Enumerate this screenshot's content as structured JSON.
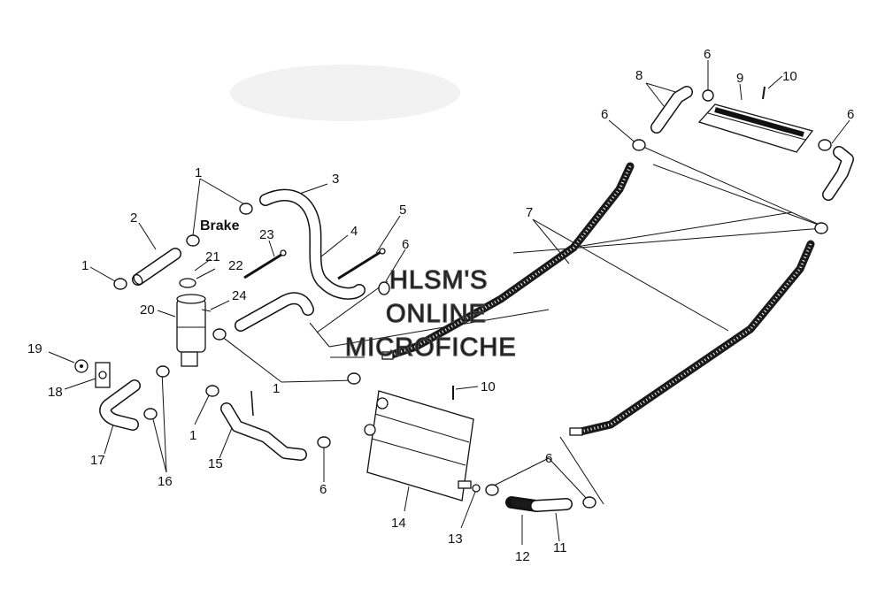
{
  "diagram": {
    "brake_label": "Brake",
    "watermark": [
      "HLSM'S",
      "ONLINE",
      "MICROFICHE"
    ],
    "callouts": [
      {
        "id": "c1a",
        "text": "1"
      },
      {
        "id": "c1b",
        "text": "1"
      },
      {
        "id": "c1c",
        "text": "1"
      },
      {
        "id": "c1d",
        "text": "1"
      },
      {
        "id": "c2",
        "text": "2"
      },
      {
        "id": "c3",
        "text": "3"
      },
      {
        "id": "c4",
        "text": "4"
      },
      {
        "id": "c5",
        "text": "5"
      },
      {
        "id": "c6a",
        "text": "6"
      },
      {
        "id": "c6b",
        "text": "6"
      },
      {
        "id": "c6c",
        "text": "6"
      },
      {
        "id": "c6d",
        "text": "6"
      },
      {
        "id": "c6e",
        "text": "6"
      },
      {
        "id": "c6f",
        "text": "6"
      },
      {
        "id": "c7",
        "text": "7"
      },
      {
        "id": "c8",
        "text": "8"
      },
      {
        "id": "c9",
        "text": "9"
      },
      {
        "id": "c10a",
        "text": "10"
      },
      {
        "id": "c10b",
        "text": "10"
      },
      {
        "id": "c11",
        "text": "11"
      },
      {
        "id": "c12",
        "text": "12"
      },
      {
        "id": "c13",
        "text": "13"
      },
      {
        "id": "c14",
        "text": "14"
      },
      {
        "id": "c15",
        "text": "15"
      },
      {
        "id": "c16",
        "text": "16"
      },
      {
        "id": "c17",
        "text": "17"
      },
      {
        "id": "c18",
        "text": "18"
      },
      {
        "id": "c19",
        "text": "19"
      },
      {
        "id": "c20",
        "text": "20"
      },
      {
        "id": "c21",
        "text": "21"
      },
      {
        "id": "c22",
        "text": "22"
      },
      {
        "id": "c23",
        "text": "23"
      },
      {
        "id": "c24",
        "text": "24"
      }
    ]
  }
}
